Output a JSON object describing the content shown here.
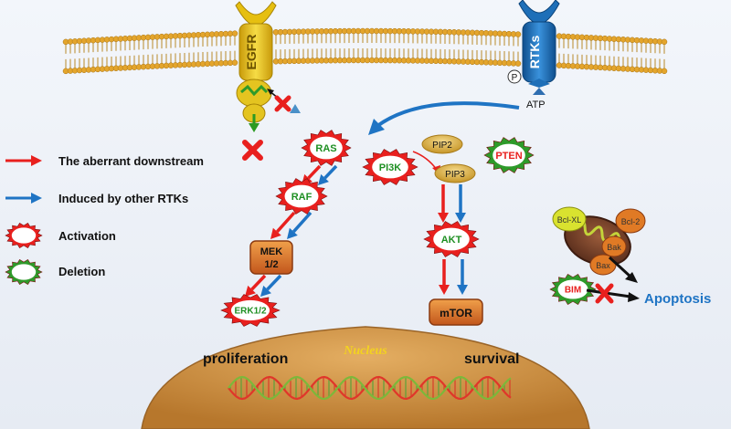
{
  "receptors": {
    "egfr": "EGFR",
    "rtks": "RTKs",
    "phospho": "P",
    "atp": "ATP"
  },
  "nodes": {
    "ras": "RAS",
    "raf": "RAF",
    "mek": "MEK 1/2",
    "erk": "ERK1/2",
    "pi3k": "PI3K",
    "pip2": "PIP2",
    "pip3": "PIP3",
    "pten": "PTEN",
    "akt": "AKT",
    "mtor": "mTOR"
  },
  "legend": {
    "red_arrow": "The aberrant downstream",
    "blue_arrow": "Induced by other RTKs",
    "activation": "Activation",
    "deletion": "Deletion"
  },
  "apoptosis": {
    "bclxl": "Bcl-XL",
    "bcl2": "Bcl-2",
    "bak": "Bak",
    "bax": "Bax",
    "bim": "BIM",
    "label": "Apoptosis"
  },
  "nucleus": {
    "title": "Nucleus",
    "left": "proliferation",
    "right": "survival"
  },
  "colors": {
    "aberrant": "#e8201e",
    "induced": "#1f74c4",
    "activation_fill": "#e8201e",
    "deletion_fill": "#2e9a2a",
    "node_text_green": "#1e8f22",
    "membrane": "#e4a52c",
    "nucleus": "#c98a3c",
    "receptor_egfr": "#e8c21a",
    "receptor_rtk": "#1e6fb8",
    "apoptosis_text": "#1f74c4"
  },
  "icons": {
    "inhibit": "red-x-icon",
    "phosphate": "phosphate-circle-icon"
  }
}
